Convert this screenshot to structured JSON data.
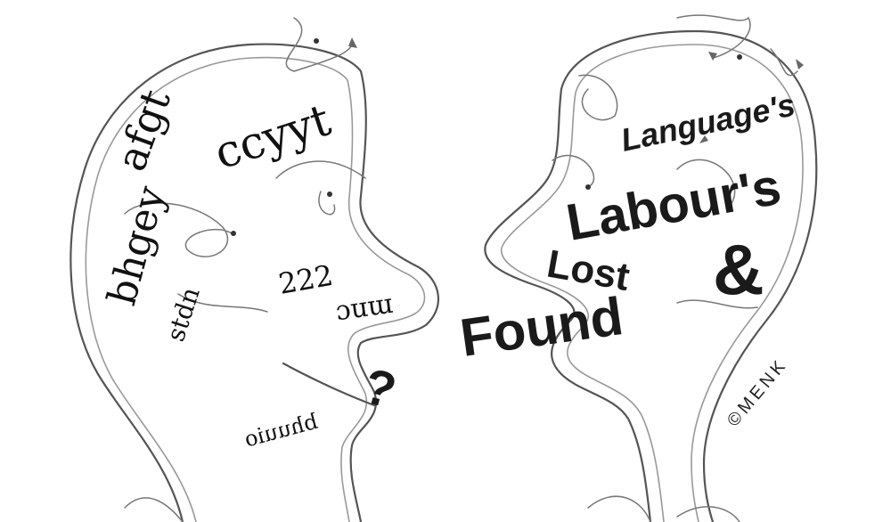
{
  "left_head": {
    "words": {
      "a": "afgt",
      "b": "ccyyt",
      "c": "bhgey",
      "d": "stdn",
      "e": "222",
      "f": "mnc",
      "g": "bhuuio",
      "q": "?"
    }
  },
  "right_head": {
    "title_line1": "Language's",
    "title_line2": "Labour's",
    "title_line3": "Lost",
    "amp": "&",
    "found": "Found"
  },
  "signature": "©MENK",
  "colors": {
    "line": "#555555",
    "text": "#111111",
    "background": "#ffffff"
  }
}
